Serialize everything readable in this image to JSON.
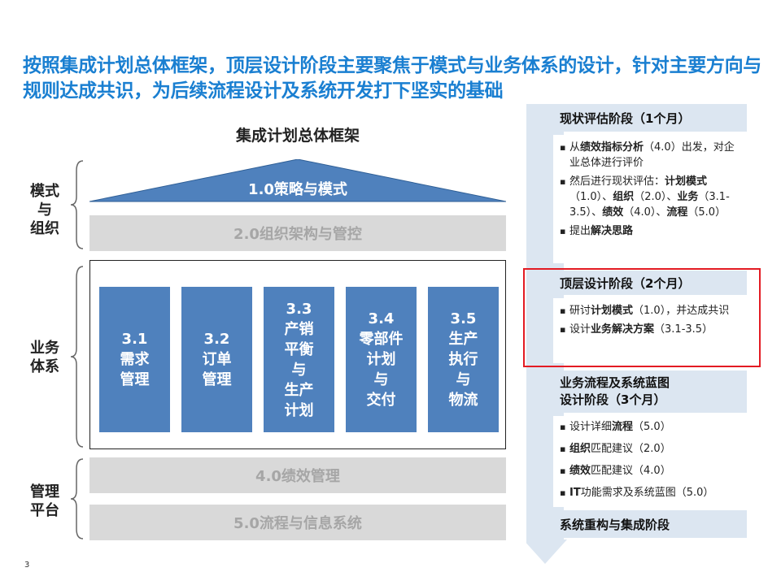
{
  "headline": "按照集成计划总体框架，顶层设计阶段主要聚焦于模式与业务体系的设计，针对主要方向与规则达成共识，为后续流程设计及系统开发打下坚实的基础",
  "framework": {
    "title": "集成计划总体框架",
    "roof_label": "1.0策略与模式",
    "bar_org": "2.0组织架构与管控",
    "bar_perf": "4.0绩效管理",
    "bar_it": "5.0流程与信息系统",
    "side_labels": {
      "mode": "模式与组织",
      "business": "业务体系",
      "management": "管理平台"
    },
    "pillars": [
      {
        "id": "3.1",
        "label": "需求管理"
      },
      {
        "id": "3.2",
        "label": "订单管理"
      },
      {
        "id": "3.3",
        "label": "产销平衡与生产计划"
      },
      {
        "id": "3.4",
        "label": "零部件计划与交付"
      },
      {
        "id": "3.5",
        "label": "生产执行与物流"
      }
    ],
    "colors": {
      "blue": "#4f81bd",
      "gray": "#d9d9d9",
      "headline": "#1a7fd1",
      "highlight": "#e31b23"
    }
  },
  "phases": {
    "assess": {
      "title": "现状评估阶段（1个月）",
      "b1": {
        "pre": "从",
        "bold": "绩效指标分析",
        "post": "（4.0）出发，对企业总体进行评价"
      },
      "b2": {
        "t1": "然后进行现状评估：",
        "k1": "计划模式",
        "t2": "（1.0）、",
        "k2": "组织",
        "t3": "（2.0）、",
        "k3": "业务",
        "t4": "（3.1-3.5）、",
        "k4": "绩效",
        "t5": "（4.0）、",
        "k5": "流程",
        "t6": "（5.0）"
      },
      "b3": {
        "pre": "提出",
        "bold": "解决思路"
      }
    },
    "top": {
      "title": "顶层设计阶段（2个月）",
      "b1": {
        "pre": "研讨",
        "bold": "计划模式",
        "post": "（1.0），并达成共识"
      },
      "b2": {
        "pre": "设计",
        "bold": "业务解决方案",
        "post": "（3.1-3.5）"
      }
    },
    "process": {
      "title_line1": "业务流程及系统蓝图",
      "title_line2": "设计阶段（3个月）",
      "b1": {
        "pre": "设计详细",
        "bold": "流程",
        "post": "（5.0）"
      },
      "b2": {
        "bold": "组织",
        "post": "匹配建议（2.0）"
      },
      "b3": {
        "bold": "绩效",
        "post": "匹配建议（4.0）"
      },
      "b4": {
        "bold": "IT",
        "post": "功能需求及系统蓝图（5.0）"
      }
    },
    "rebuild": {
      "title": "系统重构与集成阶段"
    }
  },
  "page_number": "3"
}
